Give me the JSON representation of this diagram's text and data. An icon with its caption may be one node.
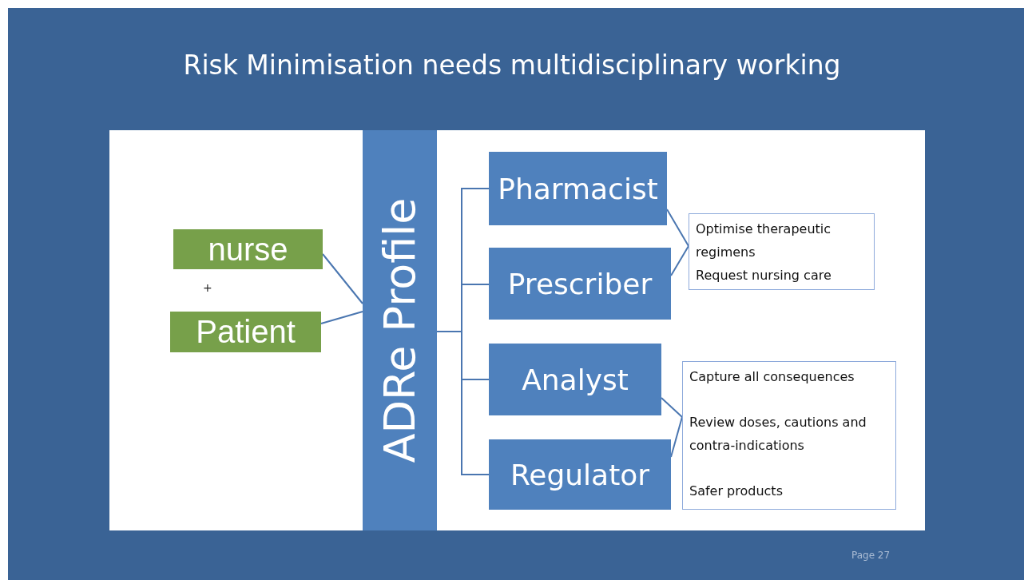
{
  "diagram": {
    "title": "Risk Minimisation needs multidisciplinary working",
    "nodes": [
      {
        "text": [
          "nurse"
        ]
      },
      {
        "text": [
          "Patient"
        ]
      },
      {
        "text": [
          "ADRe Profile"
        ]
      },
      {
        "text": [
          "Pharmacist"
        ]
      },
      {
        "text": [
          "Prescriber"
        ]
      },
      {
        "text": [
          "Analyst"
        ]
      },
      {
        "text": [
          "Regulator"
        ]
      },
      {
        "text": [
          "Optimise therapeutic regimens",
          "Request nursing care"
        ]
      },
      {
        "text": [
          "Capture all consequences",
          "Review doses, cautions and contra-indications",
          "Safer products"
        ]
      }
    ],
    "edges": [
      {
        "from": 0,
        "to": 2,
        "arrow": "none"
      },
      {
        "from": 1,
        "to": 2,
        "arrow": "none"
      },
      {
        "from": 2,
        "to": 3,
        "arrow": "none"
      },
      {
        "from": 2,
        "to": 4,
        "arrow": "none"
      },
      {
        "from": 2,
        "to": 5,
        "arrow": "none"
      },
      {
        "from": 2,
        "to": 6,
        "arrow": "none"
      },
      {
        "from": 3,
        "to": 7,
        "arrow": "none"
      },
      {
        "from": 4,
        "to": 7,
        "arrow": "none"
      },
      {
        "from": 5,
        "to": 8,
        "arrow": "none"
      },
      {
        "from": 6,
        "to": 8,
        "arrow": "none"
      }
    ],
    "labels": [
      "+",
      "Page 27"
    ]
  }
}
